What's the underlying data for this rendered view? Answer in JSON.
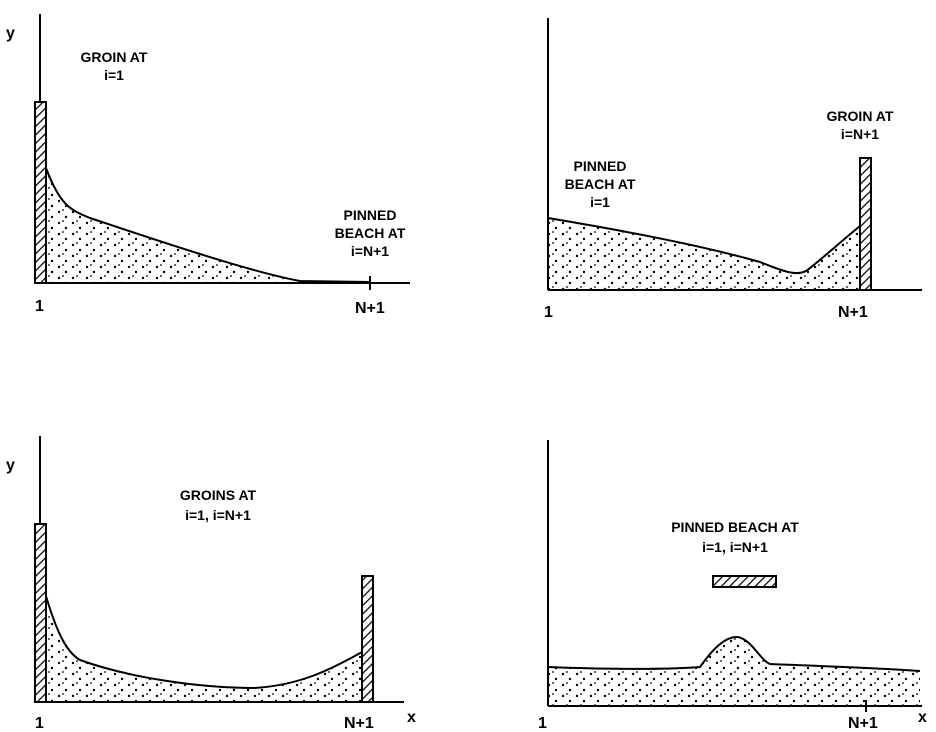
{
  "panels": [
    {
      "y_label": "y",
      "x_label": "",
      "left_tick": "1",
      "right_tick": "N+1",
      "labels": [
        "GROIN AT",
        "i=1",
        "PINNED",
        "BEACH AT",
        "i=N+1"
      ]
    },
    {
      "y_label": "",
      "x_label": "",
      "left_tick": "1",
      "right_tick": "N+1",
      "labels": [
        "PINNED",
        "BEACH AT",
        "i=1",
        "GROIN AT",
        "i=N+1"
      ]
    },
    {
      "y_label": "y",
      "x_label": "x",
      "left_tick": "1",
      "right_tick": "N+1",
      "labels": [
        "GROINS AT",
        "i=1,  i=N+1"
      ]
    },
    {
      "y_label": "",
      "x_label": "x",
      "left_tick": "1",
      "right_tick": "N+1",
      "labels": [
        "PINNED BEACH AT",
        "i=1,  i=N+1"
      ]
    }
  ]
}
